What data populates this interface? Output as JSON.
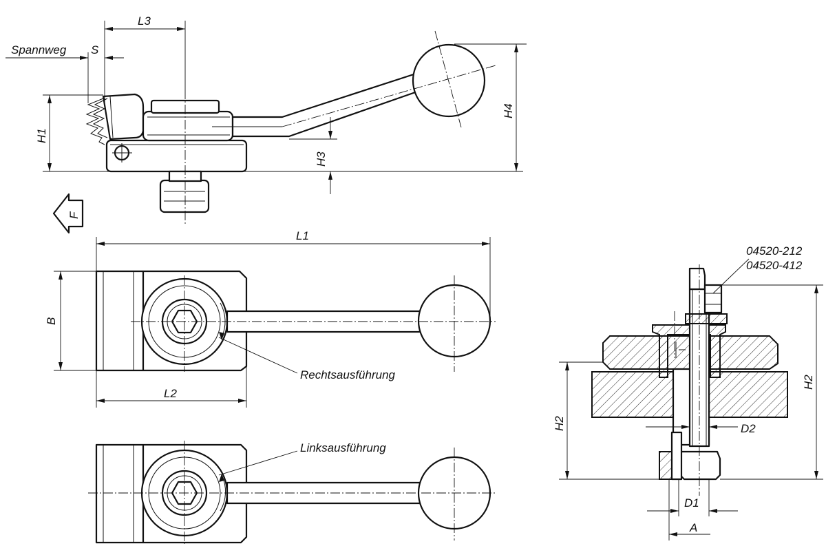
{
  "labels": {
    "spannweg": "Spannweg",
    "s": "S",
    "l3": "L3",
    "h1": "H1",
    "h3": "H3",
    "h4": "H4",
    "f": "F",
    "l1": "L1",
    "b": "B",
    "l2": "L2",
    "rechts": "Rechtsausführung",
    "links": "Linksausführung",
    "part1": "04520-212",
    "part2": "04520-412",
    "h2_left": "H2",
    "h2_right": "H2",
    "d2": "D2",
    "d1": "D1",
    "a": "A"
  },
  "colors": {
    "line": "#111111",
    "background": "#ffffff"
  }
}
